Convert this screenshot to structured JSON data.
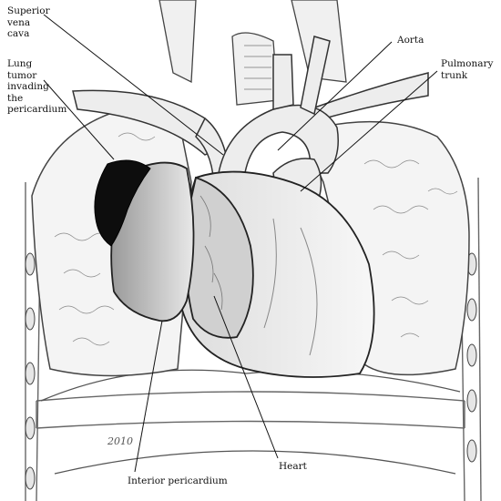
{
  "labels": {
    "superior_vena_cava": "Superior\nvena\ncava",
    "lung_tumor": "Lung\ntumor\ninvading\nthe\npericardium",
    "aorta": "Aorta",
    "pulmonary_trunk": "Pulmonary\ntrunk",
    "heart": "Heart",
    "interior_pericardium": "Interior pericardium"
  },
  "signature": "2010",
  "colors": {
    "ink": "#111111",
    "pencil": "#555555",
    "shade": "#bdbdbd",
    "tumor": "#0d0d0d"
  }
}
